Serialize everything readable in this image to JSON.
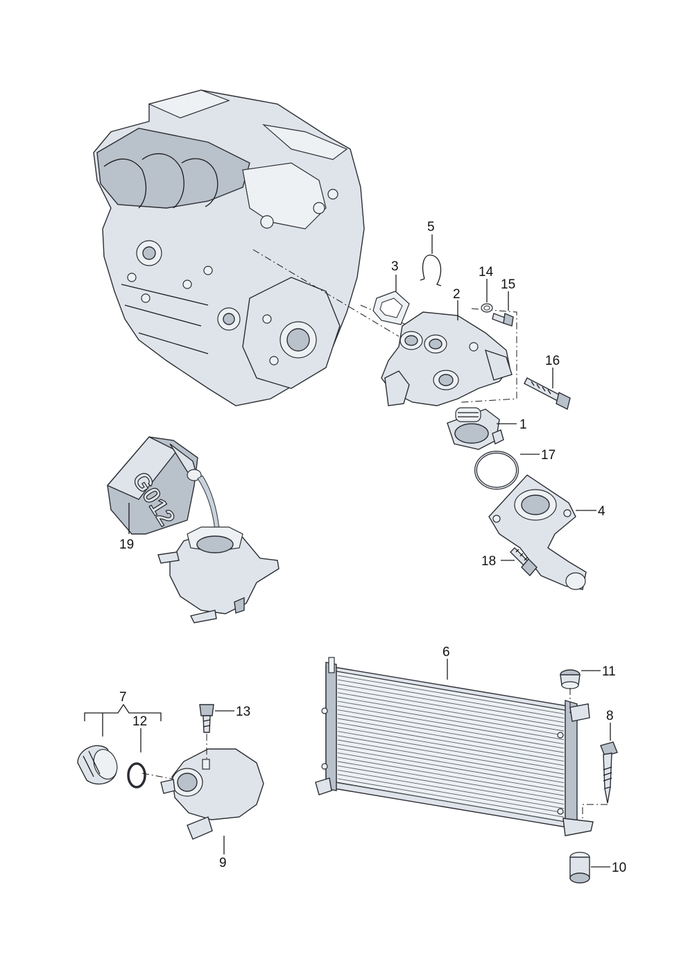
{
  "diagram": {
    "parts": [
      {
        "id": "p1",
        "label": "1"
      },
      {
        "id": "p2",
        "label": "2"
      },
      {
        "id": "p3",
        "label": "3"
      },
      {
        "id": "p4",
        "label": "4"
      },
      {
        "id": "p5",
        "label": "5"
      },
      {
        "id": "p6",
        "label": "6"
      },
      {
        "id": "p7",
        "label": "7"
      },
      {
        "id": "p8",
        "label": "8"
      },
      {
        "id": "p9",
        "label": "9"
      },
      {
        "id": "p10",
        "label": "10"
      },
      {
        "id": "p11",
        "label": "11"
      },
      {
        "id": "p12",
        "label": "12"
      },
      {
        "id": "p13",
        "label": "13"
      },
      {
        "id": "p14",
        "label": "14"
      },
      {
        "id": "p15",
        "label": "15"
      },
      {
        "id": "p16",
        "label": "16"
      },
      {
        "id": "p17",
        "label": "17"
      },
      {
        "id": "p18",
        "label": "18"
      },
      {
        "id": "p19",
        "label": "19"
      }
    ],
    "coolant_can_text": "G012"
  }
}
